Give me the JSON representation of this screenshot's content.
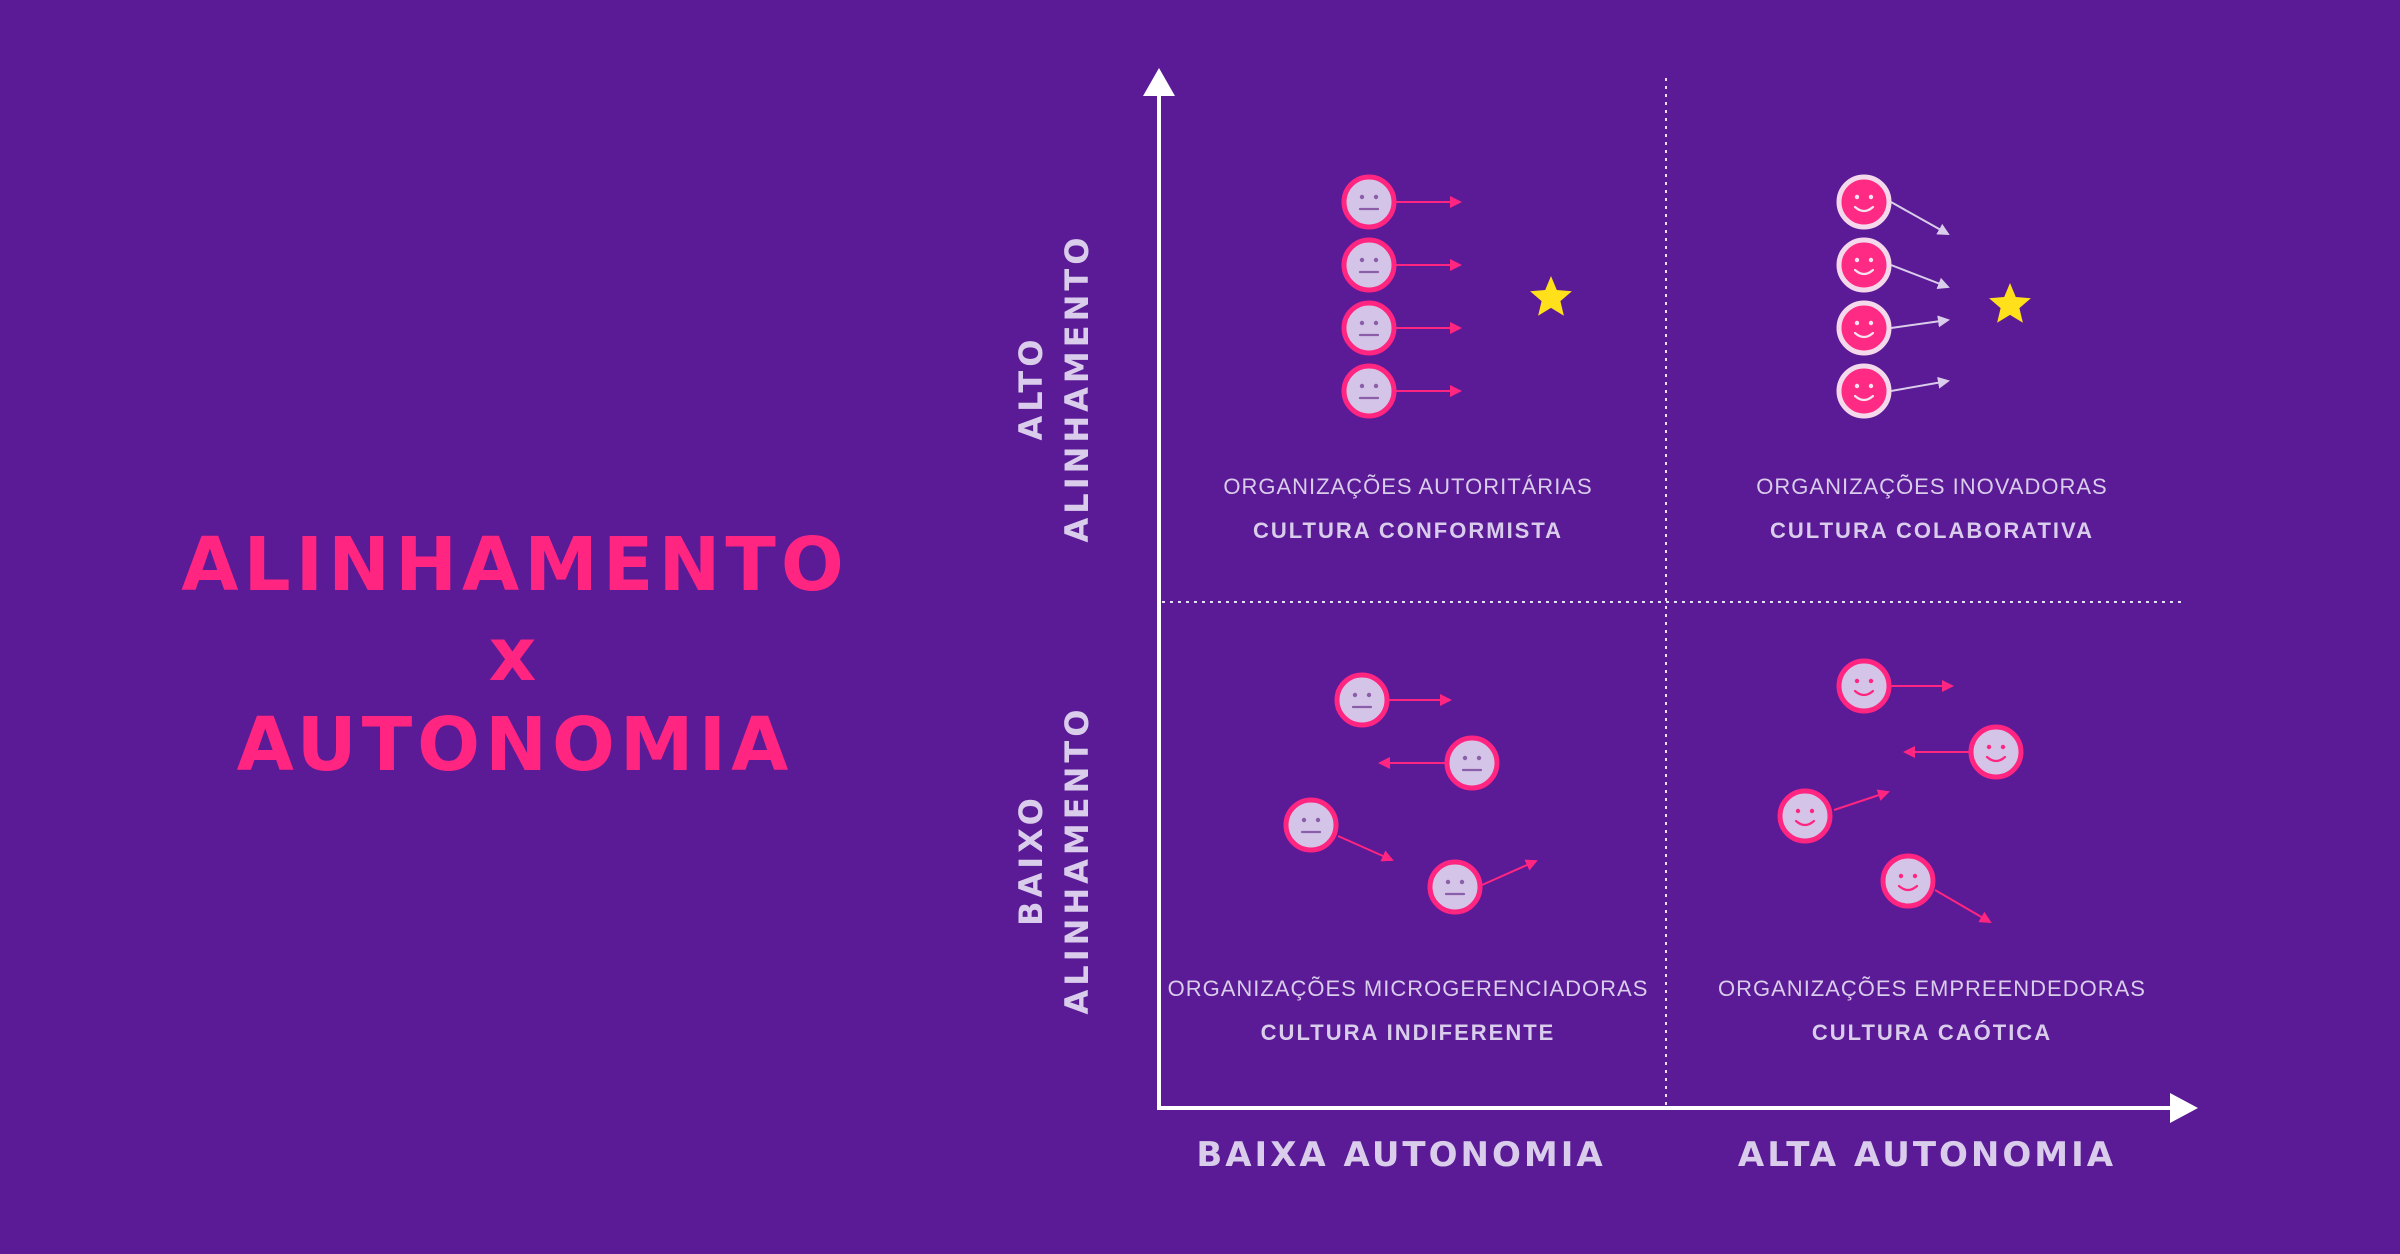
{
  "title": {
    "line1": "ALINHAMENTO",
    "line2": "x",
    "line3": "AUTONOMIA"
  },
  "axes": {
    "y_high": "ALTO ALINHAMENTO",
    "y_low": "BAIXO ALINHAMENTO",
    "x_low": "BAIXA AUTONOMIA",
    "x_high": "ALTA AUTONOMIA"
  },
  "quadrants": [
    {
      "organization": "ORGANIZAÇÕES AUTORITÁRIAS",
      "culture": "CULTURA CONFORMISTA"
    },
    {
      "organization": "ORGANIZAÇÕES INOVADORAS",
      "culture": "CULTURA COLABORATIVA"
    },
    {
      "organization": "ORGANIZAÇÕES MICROGERENCIADORAS",
      "culture": "CULTURA INDIFERENTE"
    },
    {
      "organization": "ORGANIZAÇÕES EMPREENDEDORAS",
      "culture": "CULTURA CAÓTICA"
    }
  ],
  "colors": {
    "background": "#5b1a96",
    "title": "#ff2580",
    "accent": "#ff2580",
    "face_neutral_fill": "#d4c4e8",
    "face_happy_fill": "#ff2a83",
    "label": "#d9cdeb",
    "star": "#ffe01a"
  },
  "icons": [
    "neutral-face-icon",
    "smiley-face-icon",
    "arrow-icon",
    "star-icon"
  ]
}
